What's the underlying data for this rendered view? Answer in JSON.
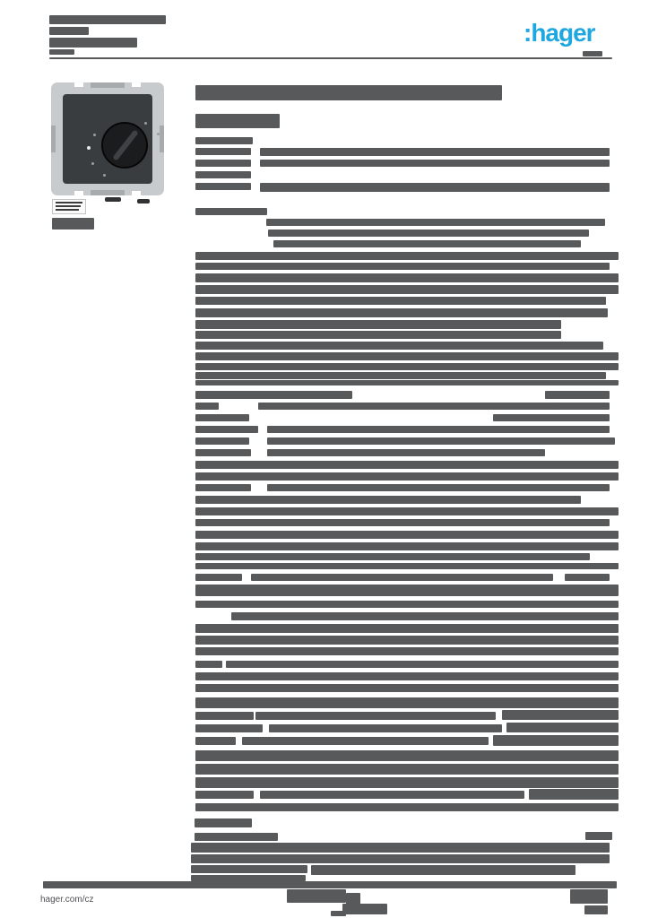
{
  "page": {
    "background": "#ffffff",
    "text_bar_color": "#58595B",
    "accent_color": "#1FA8E0"
  },
  "brand": {
    "logo_text": ":hager",
    "logo_color": "#1FA8E0"
  },
  "footer": {
    "website": "hager.com/cz"
  },
  "product_image": {
    "name": "thermostat-with-rotary-dial",
    "frame_color": "#C7CBCE",
    "plate_color": "#3A3D40",
    "knob_color": "#1B1C1E"
  },
  "redacted_bars": [
    [
      55,
      17,
      130,
      10
    ],
    [
      55,
      30,
      44,
      9
    ],
    [
      55,
      42,
      98,
      11
    ],
    [
      55,
      55,
      28,
      6
    ],
    [
      650,
      57,
      22,
      6
    ],
    [
      55,
      64,
      628,
      2
    ],
    [
      58,
      243,
      47,
      13
    ],
    [
      218,
      95,
      342,
      17
    ],
    [
      218,
      127,
      94,
      16
    ],
    [
      218,
      153,
      64,
      8
    ],
    [
      218,
      165,
      62,
      8
    ],
    [
      290,
      165,
      390,
      9
    ],
    [
      218,
      178,
      62,
      8
    ],
    [
      290,
      178,
      390,
      8
    ],
    [
      218,
      191,
      62,
      8
    ],
    [
      218,
      204,
      62,
      8
    ],
    [
      290,
      204,
      390,
      10
    ],
    [
      218,
      232,
      80,
      8
    ],
    [
      297,
      244,
      378,
      8
    ],
    [
      299,
      256,
      358,
      8
    ],
    [
      305,
      268,
      343,
      8
    ],
    [
      218,
      281,
      472,
      9
    ],
    [
      218,
      293,
      462,
      8
    ],
    [
      218,
      305,
      472,
      10
    ],
    [
      218,
      318,
      472,
      10
    ],
    [
      218,
      331,
      458,
      9
    ],
    [
      218,
      344,
      460,
      10
    ],
    [
      218,
      357,
      408,
      10
    ],
    [
      218,
      369,
      408,
      9
    ],
    [
      218,
      381,
      455,
      9
    ],
    [
      218,
      393,
      472,
      9
    ],
    [
      218,
      405,
      472,
      8
    ],
    [
      218,
      415,
      458,
      8
    ],
    [
      218,
      424,
      472,
      6
    ],
    [
      218,
      436,
      175,
      9
    ],
    [
      608,
      436,
      72,
      9
    ],
    [
      218,
      449,
      26,
      8
    ],
    [
      288,
      449,
      337,
      8
    ],
    [
      623,
      449,
      57,
      8
    ],
    [
      218,
      462,
      60,
      8
    ],
    [
      550,
      462,
      130,
      8
    ],
    [
      218,
      475,
      70,
      8
    ],
    [
      298,
      475,
      382,
      8
    ],
    [
      218,
      488,
      60,
      8
    ],
    [
      298,
      488,
      388,
      8
    ],
    [
      218,
      501,
      62,
      8
    ],
    [
      298,
      501,
      310,
      8
    ],
    [
      218,
      514,
      472,
      9
    ],
    [
      218,
      527,
      472,
      9
    ],
    [
      218,
      540,
      62,
      8
    ],
    [
      298,
      540,
      382,
      8
    ],
    [
      218,
      553,
      430,
      9
    ],
    [
      218,
      566,
      472,
      9
    ],
    [
      218,
      579,
      62,
      8
    ],
    [
      272,
      579,
      408,
      8
    ],
    [
      218,
      592,
      472,
      9
    ],
    [
      218,
      605,
      472,
      9
    ],
    [
      218,
      617,
      440,
      8
    ],
    [
      218,
      628,
      472,
      7
    ],
    [
      218,
      640,
      52,
      8
    ],
    [
      280,
      640,
      337,
      8
    ],
    [
      630,
      640,
      50,
      8
    ],
    [
      218,
      652,
      472,
      13
    ],
    [
      218,
      670,
      50,
      8
    ],
    [
      258,
      670,
      432,
      8
    ],
    [
      258,
      683,
      432,
      9
    ],
    [
      218,
      696,
      472,
      10
    ],
    [
      218,
      709,
      472,
      10
    ],
    [
      218,
      722,
      472,
      9
    ],
    [
      218,
      737,
      30,
      8
    ],
    [
      252,
      737,
      438,
      8
    ],
    [
      218,
      750,
      472,
      9
    ],
    [
      218,
      763,
      472,
      9
    ],
    [
      218,
      778,
      472,
      12
    ],
    [
      218,
      794,
      65,
      9
    ],
    [
      285,
      794,
      268,
      9
    ],
    [
      560,
      792,
      130,
      11
    ],
    [
      218,
      808,
      75,
      9
    ],
    [
      300,
      808,
      260,
      9
    ],
    [
      565,
      806,
      125,
      11
    ],
    [
      218,
      822,
      45,
      9
    ],
    [
      270,
      822,
      275,
      9
    ],
    [
      550,
      820,
      140,
      12
    ],
    [
      218,
      837,
      472,
      12
    ],
    [
      218,
      852,
      472,
      12
    ],
    [
      218,
      867,
      472,
      12
    ],
    [
      218,
      882,
      65,
      9
    ],
    [
      290,
      882,
      295,
      9
    ],
    [
      590,
      880,
      100,
      12
    ],
    [
      218,
      896,
      472,
      9
    ],
    [
      217,
      913,
      64,
      10
    ],
    [
      217,
      929,
      93,
      9
    ],
    [
      653,
      928,
      30,
      9
    ],
    [
      213,
      940,
      467,
      11
    ],
    [
      213,
      953,
      467,
      10
    ],
    [
      213,
      965,
      130,
      9
    ],
    [
      347,
      965,
      295,
      11
    ],
    [
      213,
      976,
      128,
      7
    ],
    [
      48,
      983,
      640,
      8
    ],
    [
      320,
      992,
      66,
      15
    ],
    [
      386,
      996,
      16,
      13
    ],
    [
      382,
      1008,
      50,
      12
    ],
    [
      369,
      1016,
      17,
      6
    ],
    [
      636,
      992,
      42,
      16
    ],
    [
      652,
      1010,
      26,
      10
    ]
  ]
}
